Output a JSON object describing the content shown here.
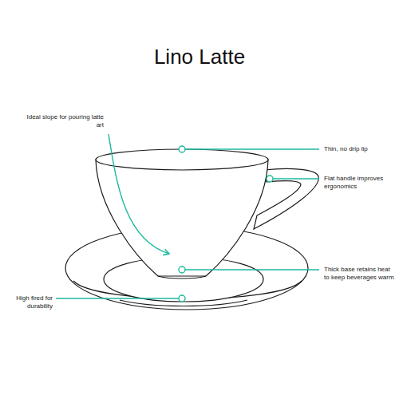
{
  "diagram": {
    "title": "Lino Latte",
    "labels": [
      "Ideal slope for pouring latte art",
      "Thin, no drip lip",
      "Flat handle improves ergonomics",
      "Thick base retains heat to keep beverages warm",
      "High fired for durability"
    ]
  }
}
